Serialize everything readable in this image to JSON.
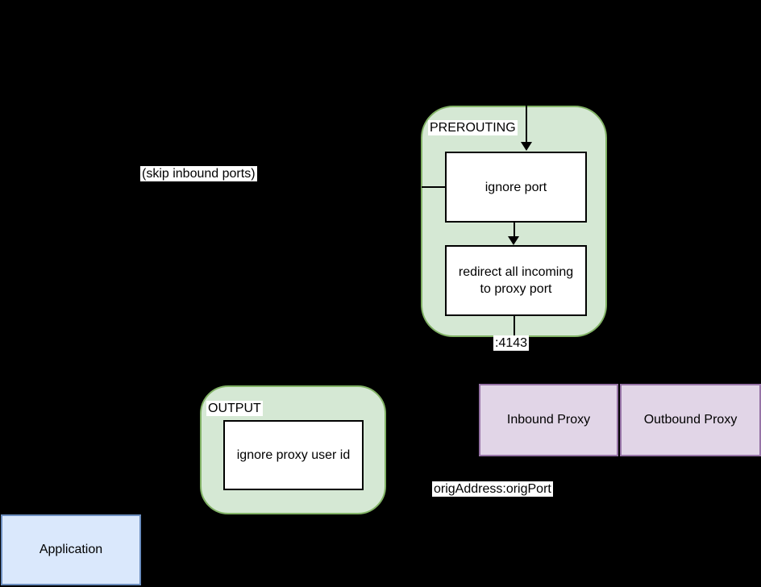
{
  "colors": {
    "background": "#000000",
    "green_fill": "#d5e8d4",
    "green_border": "#82b366",
    "purple_fill": "#e1d5e7",
    "purple_border": "#9673a6",
    "blue_fill": "#dae8fc",
    "blue_border": "#6c8ebf",
    "node_fill": "#ffffff",
    "line": "#000000"
  },
  "groups": {
    "prerouting": {
      "label": "PREROUTING"
    },
    "output": {
      "label": "OUTPUT"
    }
  },
  "nodes": {
    "ignore_port": {
      "label": "ignore port"
    },
    "redirect_all": {
      "lines": [
        "redirect all incoming",
        "to proxy port"
      ]
    },
    "ignore_proxy_user_id": {
      "label": "ignore proxy user id"
    },
    "inbound_proxy": {
      "label": "Inbound Proxy"
    },
    "outbound_proxy": {
      "label": "Outbound Proxy"
    },
    "application": {
      "label": "Application"
    }
  },
  "labels": {
    "skip_inbound_ports": "(skip inbound ports)",
    "proxy_port": ":4143",
    "orig_address_port": "origAddress:origPort"
  }
}
